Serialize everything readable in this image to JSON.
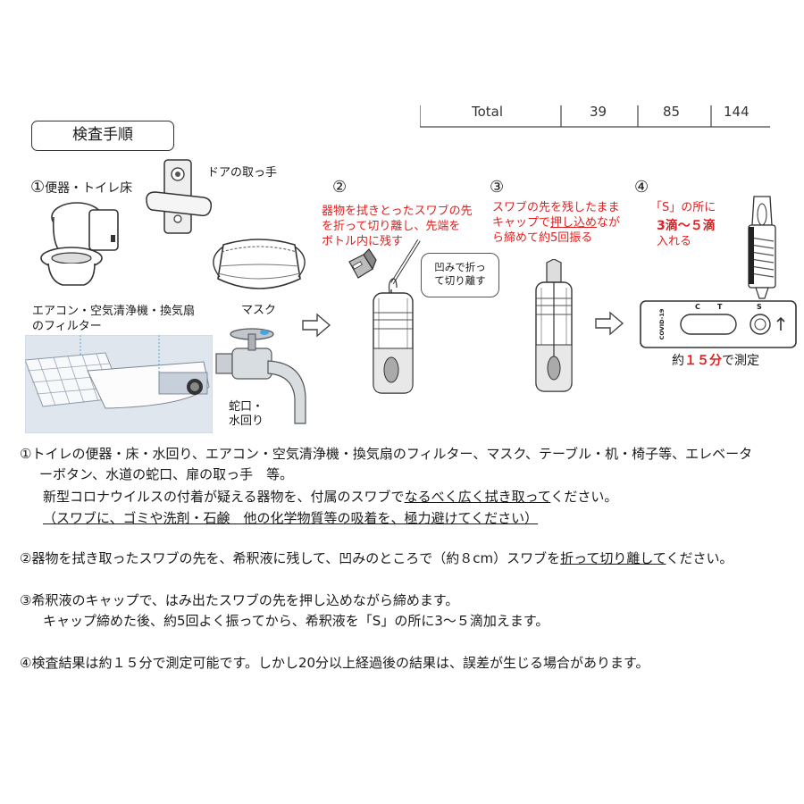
{
  "table_fragment": {
    "label": "Total",
    "values": [
      "39",
      "85",
      "144"
    ]
  },
  "section_title": "検査手順",
  "step1": {
    "number": "①",
    "label": "便器・トイレ床",
    "items": {
      "door": "ドアの取っ手",
      "filter_line1": "エアコン・空気清浄機・換気扇",
      "filter_line2": "のフィルター",
      "mask": "マスク",
      "faucet_line1": "蛇口・",
      "faucet_line2": "水回り"
    }
  },
  "step2": {
    "number": "②",
    "lines": [
      "器物を拭きとったスワブの先",
      "を折って切り離し、先端を",
      "ボトル内に残す"
    ],
    "callout": [
      "凹みで折っ",
      "て切り離す"
    ]
  },
  "step3": {
    "number": "③",
    "line1": "スワブの先を残したまま",
    "line2_pre": "キャップで",
    "line2_underline": "押し込め",
    "line2_post": "なが",
    "line3": "ら締めて約5回振る"
  },
  "step4": {
    "number": "④",
    "line1": "「S」の所に",
    "line2": "3滴～５滴",
    "line3": "入れる",
    "cassette_label": "COVID-19",
    "marks": {
      "c": "C",
      "t": "T",
      "s": "S"
    },
    "result_pre": "約",
    "result_bold": "１５分",
    "result_post": "で測定"
  },
  "instructions": {
    "p1_line1": "①トイレの便器・床・水回り、エアコン・空気清浄機・換気扇のフィルター、マスク、テーブル・机・椅子等、エレベータ",
    "p1_line2": "ーボタン、水道の蛇口、扉の取っ手　等。",
    "p1_line3_pre": "新型コロナウイルスの付着が疑える器物を、付属のスワブで",
    "p1_line3_underline": "なるべく広く拭き取って",
    "p1_line3_post": "ください。",
    "p1_line4": "（スワブに、ゴミや洗剤・石鹸　他の化学物質等の吸着を、極力避けてください）",
    "p2_pre": "②器物を拭き取ったスワブの先を、希釈液に残して、凹みのところで（約８cm）スワブを",
    "p2_underline": "折って切り離して",
    "p2_post": "ください。",
    "p3_line1": "③希釈液のキャップで、はみ出たスワブの先を押し込めながら締めます。",
    "p3_line2": "キャップ締めた後、約5回よく振ってから、希釈液を「S」の所に3～５滴加えます。",
    "p4": "④検査結果は約１５分で測定可能です。しかし20分以上経過後の結果は、誤差が生じる場合があります。"
  }
}
